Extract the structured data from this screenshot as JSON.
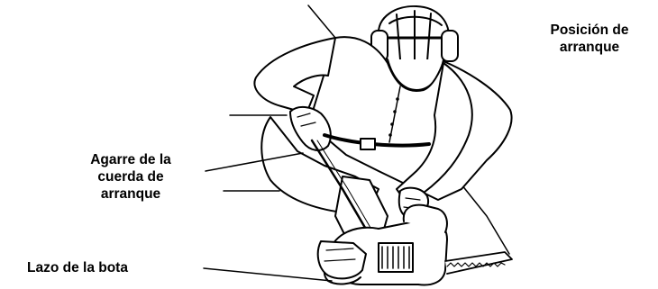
{
  "figure": {
    "labels": {
      "start_position": [
        "Posición de",
        "arranque"
      ],
      "starter_grip": [
        "Agarre de la",
        "cuerda de",
        "arranque"
      ],
      "boot_loop": "Lazo de la bota"
    }
  }
}
